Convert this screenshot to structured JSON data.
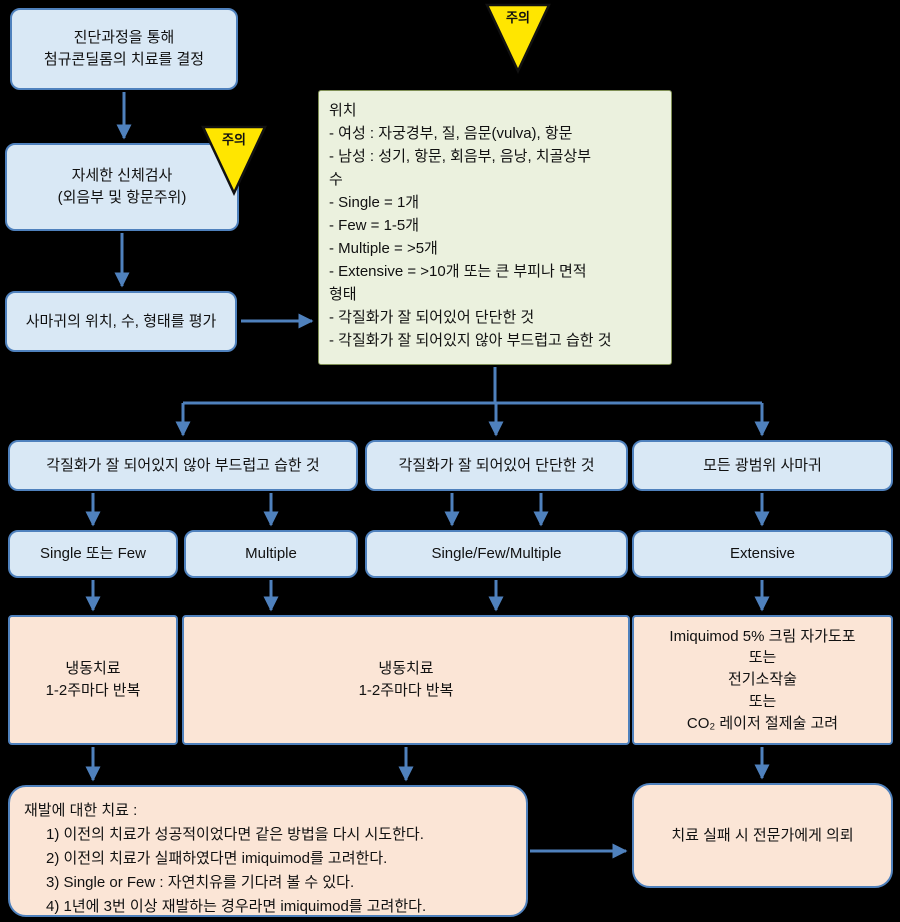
{
  "palette": {
    "background": "#000000",
    "blue_fill": "#d9e8f5",
    "blue_border": "#4f81bd",
    "green_fill": "#ebf1de",
    "green_border": "#7f8f55",
    "peach_fill": "#fbe5d6",
    "arrow": "#4f81bd",
    "warning_fill": "#ffe600"
  },
  "caution": "주의",
  "flow": {
    "diagnosis": "진단과정을 통해\n첨규콘딜롬의 치료를 결정",
    "exam": "자세한 신체검사\n(외음부 및 항문주위)",
    "evaluate": "사마귀의 위치, 수, 형태를 평가",
    "criteria": {
      "lines": [
        "위치",
        "- 여성 : 자궁경부, 질, 음문(vulva), 항문",
        "- 남성 : 성기, 항문, 회음부, 음낭, 치골상부",
        "수",
        "- Single = 1개",
        "- Few = 1-5개",
        "- Multiple = >5개",
        "- Extensive = >10개 또는 큰 부피나 면적",
        "형태",
        "- 각질화가 잘 되어있어 단단한 것",
        "- 각질화가 잘 되어있지 않아 부드럽고 습한 것"
      ]
    },
    "branch_soft": "각질화가 잘 되어있지 않아 부드럽고 습한 것",
    "branch_hard": "각질화가 잘 되어있어 단단한 것",
    "branch_all_extensive": "모든 광범위 사마귀",
    "count_single_few": "Single 또는 Few",
    "count_multiple": "Multiple",
    "count_sfm": "Single/Few/Multiple",
    "count_extensive": "Extensive",
    "tx_cryo_small": "냉동치료\n1-2주마다 반복",
    "tx_cryo_wide": "냉동치료\n1-2주마다 반복",
    "tx_extensive": "Imiquimod 5% 크림 자가도포\n또는\n전기소작술\n또는\nCO₂ 레이저 절제술 고려",
    "recurrence": {
      "title": "재발에 대한 치료 :",
      "items": [
        "1)  이전의 치료가 성공적이었다면 같은 방법을 다시 시도한다.",
        "2)  이전의 치료가 실패하였다면 imiquimod를 고려한다.",
        "3)  Single or Few : 자연치유를 기다려 볼 수 있다.",
        "4)  1년에 3번 이상 재발하는 경우라면 imiquimod를 고려한다."
      ]
    },
    "refer": "치료 실패 시 전문가에게 의뢰"
  }
}
